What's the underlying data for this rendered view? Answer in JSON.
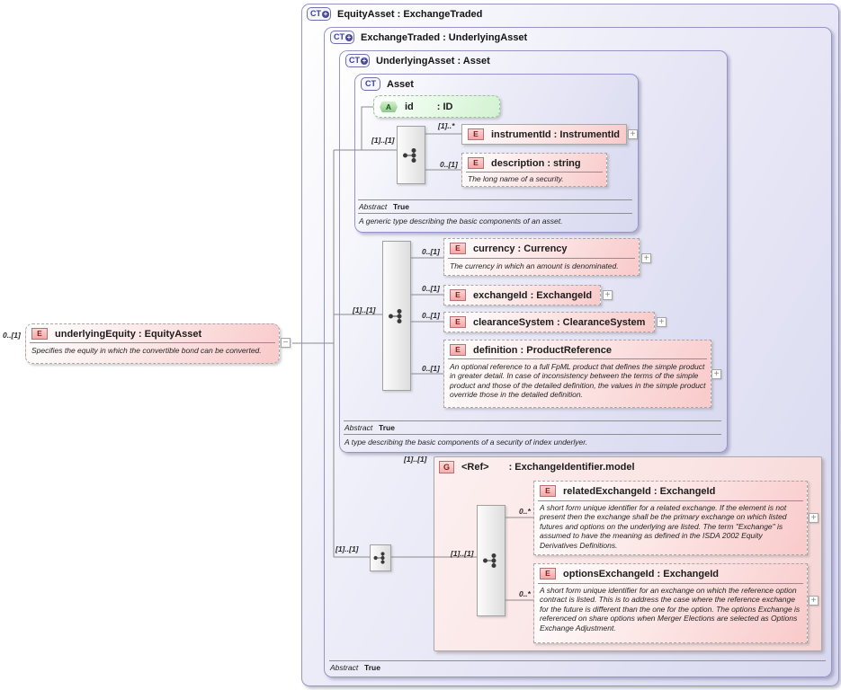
{
  "icons": {
    "expand": "+",
    "collapse": "−"
  },
  "palette": {
    "lavender": "#d8d8f0",
    "pink": "#f9caca",
    "green": "#d2f2d2",
    "ct_border": "#9595c5"
  },
  "source": {
    "card": "0..[1]",
    "icon": "E",
    "title": "underlyingEquity : EquityAsset",
    "annotation": "Specifies the equity in which the convertible bond can be converted."
  },
  "ct": {
    "equity": {
      "icon": "CT",
      "title": "EquityAsset : ExchangeTraded"
    },
    "exchange": {
      "icon": "CT",
      "title": "ExchangeTraded : UnderlyingAsset",
      "abstract_label": "Abstract",
      "abstract_value": "True"
    },
    "underlying": {
      "icon": "CT",
      "title": "UnderlyingAsset : Asset",
      "abstract_label": "Abstract",
      "abstract_value": "True",
      "annotation": "A type describing the basic components of a security of index underlyer."
    },
    "asset": {
      "icon": "CT",
      "title": "Asset",
      "abstract_label": "Abstract",
      "abstract_value": "True",
      "annotation": "A generic type describing the basic components of an asset."
    }
  },
  "asset_content": {
    "seq_card": "[1]..[1]",
    "attribute": {
      "icon": "A",
      "name": "id",
      "type": ": ID"
    },
    "instrument": {
      "icon": "E",
      "card": "[1]..*",
      "title": "instrumentId : InstrumentId"
    },
    "description": {
      "icon": "E",
      "card": "0..[1]",
      "title": "description : string",
      "annotation": "The long name of a security."
    }
  },
  "underlying_content": {
    "seq_card": "[1]..[1]",
    "currency": {
      "icon": "E",
      "card": "0..[1]",
      "title": "currency : Currency",
      "annotation": "The currency in which an amount is denominated."
    },
    "exchange_id": {
      "icon": "E",
      "card": "0..[1]",
      "title": "exchangeId : ExchangeId"
    },
    "clearance": {
      "icon": "E",
      "card": "0..[1]",
      "title": "clearanceSystem : ClearanceSystem"
    },
    "definition": {
      "icon": "E",
      "card": "0..[1]",
      "title": "definition : ProductReference",
      "annotation": "An optional reference to a full FpML product that defines the simple product in greater detail. In case of inconsistency between the terms of the simple product and those of the detailed definition, the values in the simple product override those in the detailed definition."
    }
  },
  "group": {
    "card": "[1]..[1]",
    "outer_seq_card": "[1]..[1]",
    "inner_seq_card": "[1]..[1]",
    "icon": "G",
    "name": "<Ref>",
    "type": ": ExchangeIdentifier.model",
    "related": {
      "icon": "E",
      "card": "0..*",
      "title": "relatedExchangeId : ExchangeId",
      "annotation": "A short form unique identifier for a related exchange. If the element is not present then the exchange shall be the primary exchange on which listed futures and options on the underlying are listed. The term \"Exchange\" is assumed to have the meaning as defined in the ISDA 2002 Equity Derivatives Definitions."
    },
    "options": {
      "icon": "E",
      "card": "0..*",
      "title": "optionsExchangeId : ExchangeId",
      "annotation": "A short form unique identifier for an exchange on which the reference option contract is listed. This is to address the case where the reference exchange for the future is different than the one for the option. The options Exchange is referenced on share options when Merger Elections are selected as Options Exchange Adjustment."
    }
  }
}
